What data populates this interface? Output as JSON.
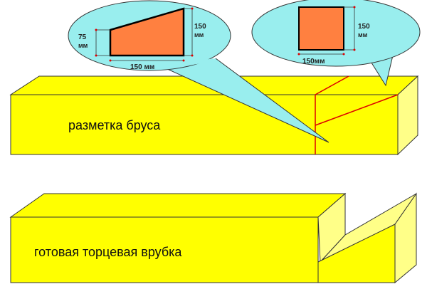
{
  "top_beam": {
    "label": "разметка бруса"
  },
  "bottom_beam": {
    "label": "готовая торцевая врубка"
  },
  "callout_left": {
    "dim_left": [
      "75",
      "мм"
    ],
    "dim_right": [
      "150",
      "мм"
    ],
    "dim_bottom": "150 мм"
  },
  "callout_right": {
    "dim_right": [
      "150",
      "мм"
    ],
    "dim_bottom": "150мм"
  },
  "colors": {
    "wood": "#ffff00",
    "wood_side": "#ffff88",
    "callout": "#99eeee",
    "section": "#ff8040",
    "mark": "#dd0000"
  }
}
